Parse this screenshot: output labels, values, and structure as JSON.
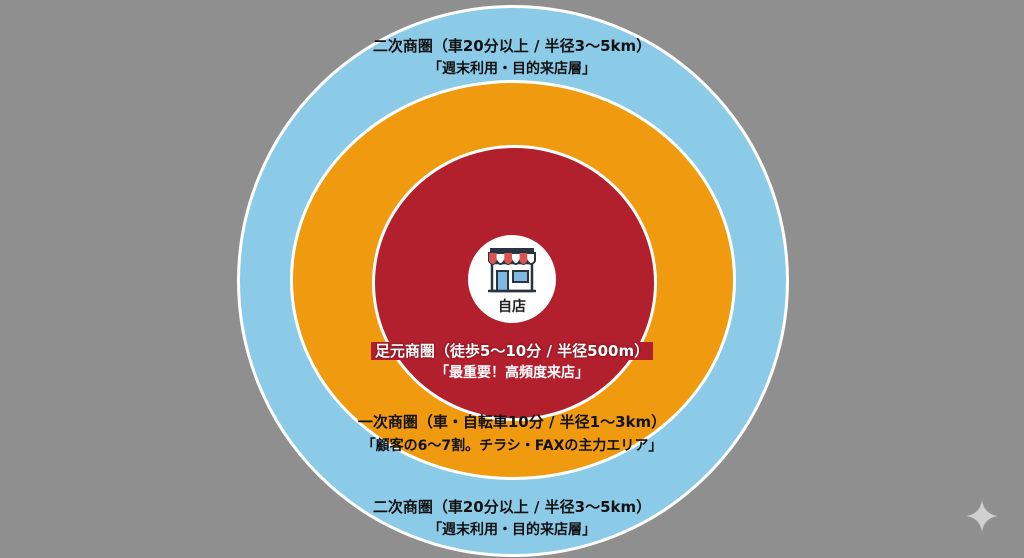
{
  "rings": {
    "secondary": {
      "title": "二次商圏（車20分以上 / 半径3〜5km）",
      "subtitle": "「週末利用・目的来店層」",
      "color": "#8ccbe8"
    },
    "primary": {
      "title": "一次商圏（車・自転車10分 / 半径1〜3km）",
      "subtitle": "「顧客の6〜7割。チラシ・FAXの主力エリア」",
      "color": "#f09a10"
    },
    "foot": {
      "title": "足元商圏（徒歩5〜10分 / 半径500m）",
      "subtitle": "「最重要！高頻度来店」",
      "color": "#b21f2d"
    }
  },
  "center": {
    "label": "自店",
    "icon": "store-icon"
  },
  "corner_icon": "sparkle-icon"
}
